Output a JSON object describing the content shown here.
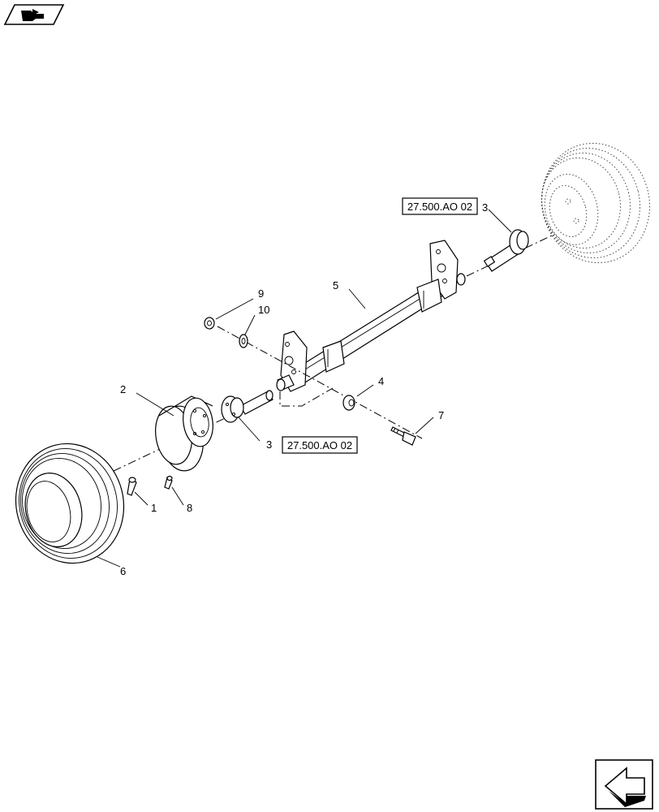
{
  "diagram": {
    "callouts": {
      "c1": "1",
      "c2": "2",
      "c3_front": "3",
      "c3_rear": "3",
      "c4": "4",
      "c5": "5",
      "c6": "6",
      "c7": "7",
      "c8": "8",
      "c9": "9",
      "c10": "10"
    },
    "references": {
      "ref_front": "27.500.AO 02",
      "ref_rear": "27.500.AO 02"
    },
    "icons": {
      "top_left": "book-hand-icon",
      "bottom_right": "next-page-arrow-icon"
    }
  }
}
